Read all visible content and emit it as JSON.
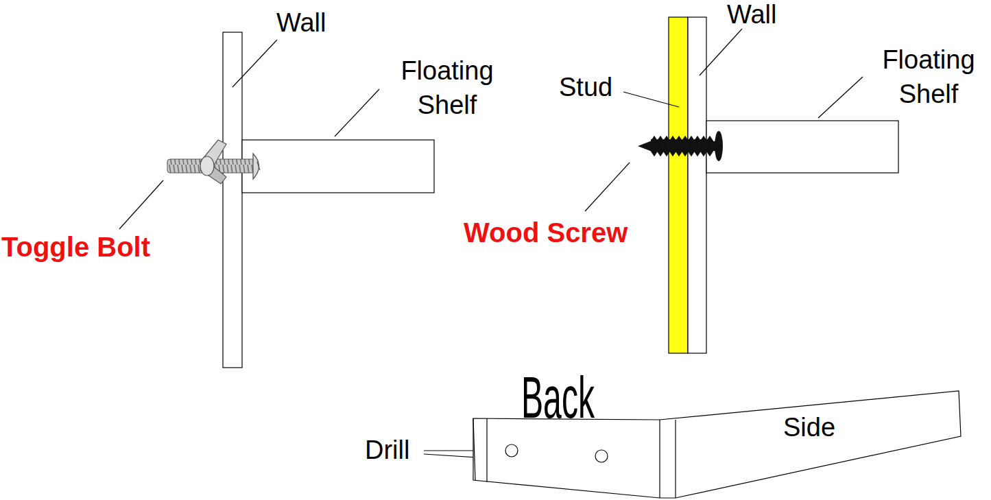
{
  "diagram": {
    "labels": [
      "Wall",
      "Floating Shelf",
      "Toggle Bolt",
      "Wall",
      "Stud",
      "Floating Shelf",
      "Wood Screw",
      "Back",
      "Drill",
      "Side"
    ]
  }
}
